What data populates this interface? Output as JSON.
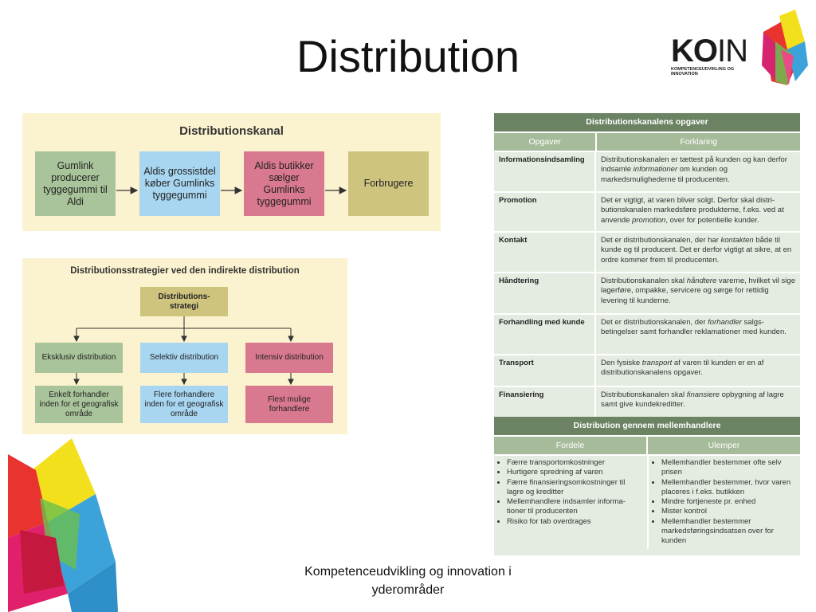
{
  "title": "Distribution",
  "logo": {
    "text_bold": "KO",
    "text_light": "IN",
    "subtitle": "KOMPETENCEUDVIKLING OG INNOVATION"
  },
  "colors": {
    "green": "#a9c49a",
    "blue": "#a8d5f0",
    "pink": "#d9798f",
    "khaki": "#cfc47e",
    "panel": "#fbf3cf",
    "table_header": "#6b8362"
  },
  "channel": {
    "title": "Distributionskanal",
    "steps": [
      "Gumlink producerer tyggegummi til Aldi",
      "Aldis grossistdel køber Gumlinks tyggegummi",
      "Aldis butikker sælger Gumlinks tyggegummi",
      "Forbrugere"
    ]
  },
  "strategies": {
    "title": "Distributionsstrategier ved den indirekte distribution",
    "root": "Distributions-\nstrategi",
    "types": [
      "Eksklusiv distribution",
      "Selektiv distribution",
      "Intensiv distribution"
    ],
    "results": [
      "Enkelt forhandler inden for et geografisk område",
      "Flere forhandlere inden for et geografisk område",
      "Flest mulige forhandlere"
    ]
  },
  "tasks_table": {
    "title": "Distributionskanalens opgaver",
    "col1": "Opgaver",
    "col2": "Forklaring",
    "rows": [
      {
        "task": "Informationsindsamling",
        "html": "Distributionskanalen er tættest på kunden og kan derfor indsamle <i>informationer</i> om kunden og markedsmulighederne til producenten."
      },
      {
        "task": "Promotion",
        "html": "Det er vigtigt, at varen bliver solgt. Derfor skal distri-butionskanalen markedsføre produkterne, f.eks. ved at anvende <i>promotion</i>, over for potentielle kunder."
      },
      {
        "task": "Kontakt",
        "html": "Det er distributionskanalen, der har <i>kontakten</i> både til kunde og til producent. Det er derfor vigtigt at sikre, at en ordre kommer frem til producenten."
      },
      {
        "task": "Håndtering",
        "html": "Distributionskanalen skal <i>håndtere</i> varerne, hvilket vil sige lagerføre, ompakke, servicere og sørge for rettidig levering til kunderne."
      },
      {
        "task": "Forhandling med kunde",
        "html": "Det er distributionskanalen, der <i>forhandler</i> salgs-betingelser samt forhandler reklamationer med kunden."
      },
      {
        "task": "Transport",
        "html": "Den fysiske <i>transport</i> af varen til kunden er en af distributionskanalens opgaver."
      },
      {
        "task": "Finansiering",
        "html": "Distributionskanalen skal <i>finansiere</i> opbygning af lagre samt give kundekreditter."
      }
    ]
  },
  "middlemen_table": {
    "title": "Distribution gennem mellemhandlere",
    "pros_label": "Fordele",
    "cons_label": "Ulemper",
    "pros": [
      "Færre transportomkostninger",
      "Hurtigere spredning af varen",
      "Færre finansieringsomkostninger til lagre og kreditter",
      "Mellemhandlere indsamler informa-tioner til producenten",
      "Risiko for tab overdrages"
    ],
    "cons": [
      "Mellemhandler bestemmer ofte selv prisen",
      "Mellemhandler bestemmer, hvor varen placeres i f.eks. butikken",
      "Mindre fortjeneste pr. enhed",
      "Mister kontrol",
      "Mellemhandler bestemmer markedsføringsindsatsen over for kunden"
    ]
  },
  "footer": "Kompetenceudvikling og innovation i yderområder"
}
